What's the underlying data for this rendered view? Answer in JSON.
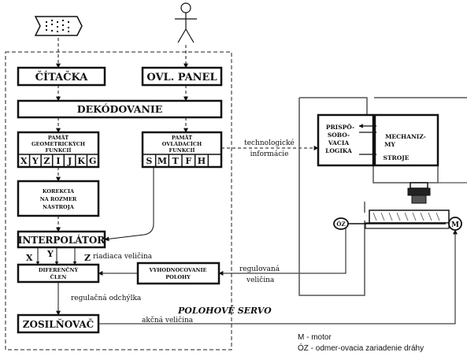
{
  "blocks": {
    "citacka": "ČÍTAČKA",
    "ovl_panel": "OVL. PANEL",
    "dekodovanie": "DEKÓDOVANIE",
    "pamat_geo": [
      "PAMÄŤ",
      "GEOMETRICKÝCH",
      "FUNKCIÍ"
    ],
    "geo_cells": [
      "X",
      "Y",
      "Z",
      "I",
      "J",
      "K",
      "G"
    ],
    "pamat_ovl": [
      "PAMÄŤ",
      "OVLÁDACÍCH",
      "FUNKCIÍ"
    ],
    "ovl_cells": [
      "S",
      "M",
      "T",
      "F",
      "H",
      ""
    ],
    "korekcia": [
      "KOREKCIA",
      "NA ROZMER",
      "NÁSTROJA"
    ],
    "interpolator": "INTERPOLÁTOR",
    "diferencny": [
      "DIFERENČNÝ",
      "ČLEN"
    ],
    "vyhodnocovanie": [
      "VYHODNOCOVANIE",
      "POLOHY"
    ],
    "zosilovac": "ZOSILŇOVAČ",
    "prisposobovacia": [
      "PRISPÔ-",
      "SOBO-",
      "VACIA",
      "LOGIKA"
    ],
    "mechanizmy": [
      "MECHANIZ-",
      "MY",
      "STROJE"
    ],
    "oz": "ÓZ",
    "m": "M"
  },
  "labels": {
    "technologicke": [
      "technologické",
      "informácie"
    ],
    "riadiaca": "riadiaca veličina",
    "regulovana": [
      "regulovaná",
      "veličina"
    ],
    "regulacna": "regulačná odchýlka",
    "akcna": "akčná veličina",
    "polohove_servo": "POLOHOVÉ SERVO",
    "axis_x": "X",
    "axis_y": "Y",
    "axis_z": "Z"
  },
  "legend": {
    "motor": "M - motor",
    "oz": "ÓZ - odmer-ovacia zariadenie dráhy"
  }
}
